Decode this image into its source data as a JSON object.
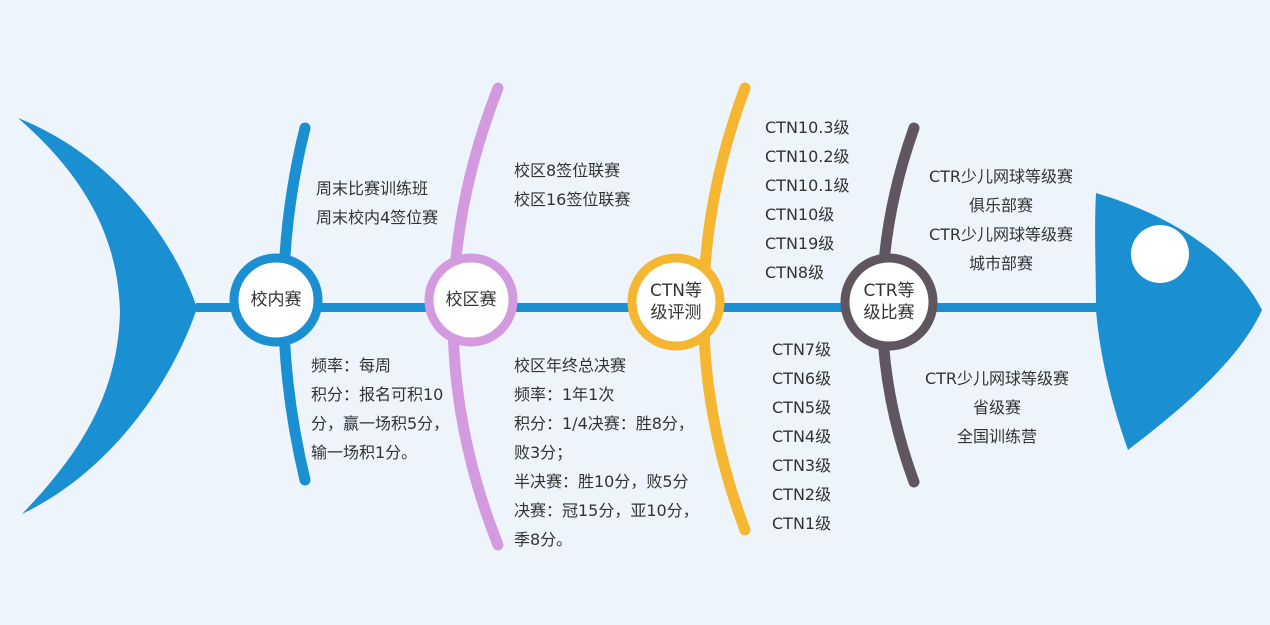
{
  "colors": {
    "fish": "#1a8fd2",
    "spine": "#1a8fd2",
    "stage1": "#1a8fd2",
    "stage2": "#d49ae0",
    "stage3": "#f5b731",
    "stage4": "#5f5660",
    "text": "#333333",
    "background": "#eef4fc"
  },
  "stages": [
    {
      "label_lines": [
        "校内赛"
      ],
      "top_lines": [
        "周末比赛训练班",
        "周末校内4签位赛"
      ],
      "bottom_lines": [
        "频率：每周",
        "积分：报名可积10",
        "分，赢一场积5分，",
        "输一场积1分。"
      ]
    },
    {
      "label_lines": [
        "校区赛"
      ],
      "top_lines": [
        "校区8签位联赛",
        "校区16签位联赛"
      ],
      "bottom_lines": [
        "校区年终总决赛",
        "频率：1年1次",
        "积分：1/4决赛：胜8分，",
        "败3分；",
        "半决赛：胜10分，败5分",
        "决赛：冠15分，亚10分，",
        "季8分。"
      ]
    },
    {
      "label_lines": [
        "CTN等",
        "级评测"
      ],
      "top_lines": [
        "CTN10.3级",
        "CTN10.2级",
        "CTN10.1级",
        "CTN10级",
        "CTN19级",
        "CTN8级"
      ],
      "bottom_lines": [
        "CTN7级",
        "CTN6级",
        "CTN5级",
        "CTN4级",
        "CTN3级",
        "CTN2级",
        "CTN1级"
      ]
    },
    {
      "label_lines": [
        "CTR等",
        "级比赛"
      ],
      "top_lines": [
        "CTR少儿网球等级赛",
        "俱乐部赛",
        "CTR少儿网球等级赛",
        "城市部赛"
      ],
      "bottom_lines": [
        "CTR少儿网球等级赛",
        "省级赛",
        "全国训练营"
      ]
    }
  ]
}
